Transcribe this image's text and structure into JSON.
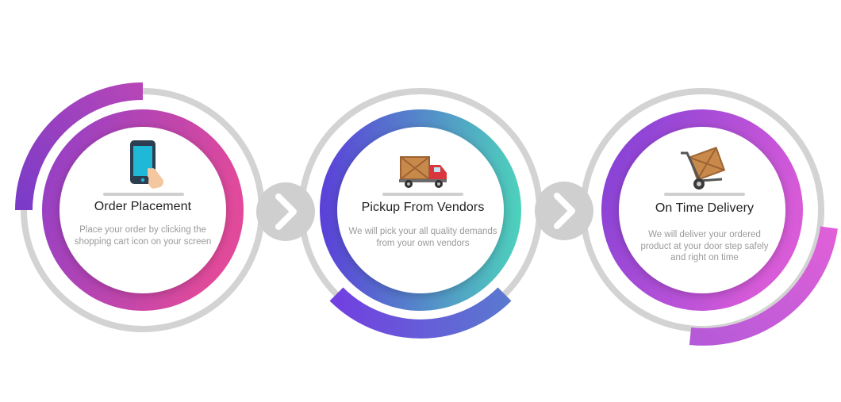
{
  "steps": [
    {
      "title": "Order Placement",
      "description": "Place your order by clicking the shopping cart icon on your screen",
      "icon": "smartphone-touch-icon",
      "gradient": [
        "#8e3fc9",
        "#e14a9a"
      ]
    },
    {
      "title": "Pickup From Vendors",
      "description": "We will pick your all quality demands from your own vendors",
      "icon": "delivery-truck-icon",
      "gradient": [
        "#5b3fd9",
        "#4dd2bb"
      ]
    },
    {
      "title": "On Time Delivery",
      "description": "We will deliver your ordered product at your door step safely and right on time",
      "icon": "hand-truck-crate-icon",
      "gradient": [
        "#7d3fd6",
        "#d85bd8"
      ]
    }
  ],
  "arrows": [
    "chevron-right-icon",
    "chevron-right-icon"
  ],
  "colors": {
    "ring_gray": "#d3d3d3",
    "arrow_circle": "#cfcfcf",
    "title_text": "#222222",
    "desc_text": "#9a9a9a"
  }
}
